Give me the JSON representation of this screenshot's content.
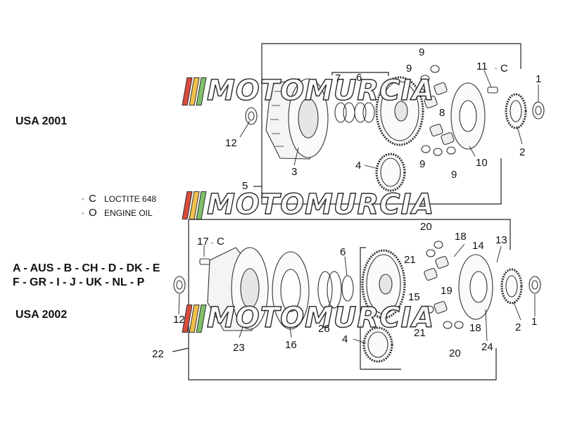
{
  "headings": {
    "usa_2001": "USA 2001",
    "usa_2002": "USA 2002",
    "markets_line1": "A - AUS - B - CH - D - DK - E",
    "markets_line2": "F - GR - I - J - UK - NL - P"
  },
  "legend": {
    "loctite_symbol": "C",
    "loctite_text": "LOCTITE 648",
    "oil_symbol": "O",
    "oil_text": "ENGINE OIL"
  },
  "watermark": {
    "text": "MOTOMURCIA",
    "colors": [
      "#d94b3c",
      "#f2c14b",
      "#7fbf6a"
    ]
  },
  "callouts_2001": {
    "c1": "1",
    "c2": "2",
    "c3": "3",
    "c4": "4",
    "c5": "5",
    "c6": "6",
    "c7": "7",
    "c8": "8",
    "c9a": "9",
    "c9b": "9",
    "c9c": "9",
    "c9d": "9",
    "c10": "10",
    "c11": "11",
    "c11_mark": "C",
    "c12": "12"
  },
  "callouts_2002": {
    "c1": "1",
    "c2": "2",
    "c4": "4",
    "c6": "6",
    "c12": "12",
    "c13": "13",
    "c14": "14",
    "c15": "15",
    "c16": "16",
    "c17": "17",
    "c17_mark": "C",
    "c18a": "18",
    "c18b": "18",
    "c19": "19",
    "c20a": "20",
    "c20b": "20",
    "c21a": "21",
    "c21b": "21",
    "c22": "22",
    "c23": "23",
    "c24": "24",
    "c26": "26"
  }
}
